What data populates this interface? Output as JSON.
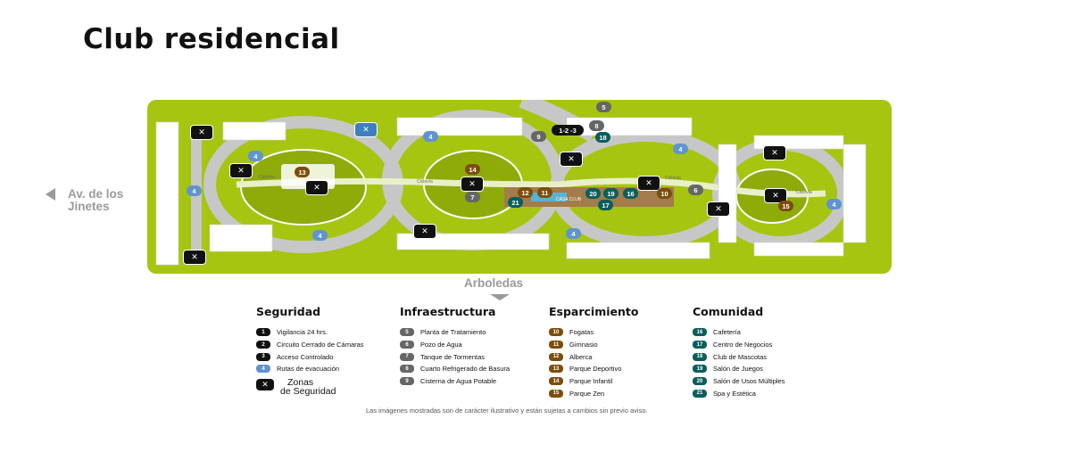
{
  "page": {
    "title": "Club residencial"
  },
  "labels": {
    "avenue": "Av. de los\nJinetes",
    "arboledas": "Arboledas",
    "casa_club": "CASA CLUB",
    "street": "Ciclovía"
  },
  "colors": {
    "map_bg": "#a6c511",
    "seguridad": "#111111",
    "evacuacion": "#5f94cf",
    "infraestructura": "#666666",
    "esparcimiento": "#7c4e0c",
    "comunidad": "#0a5e5c"
  },
  "legend": {
    "seguridad": {
      "title": "Seguridad",
      "items": [
        {
          "n": "1",
          "label": "Vigilancia 24 hrs."
        },
        {
          "n": "2",
          "label": "Circuito Cerrado de Cámaras"
        },
        {
          "n": "3",
          "label": "Acceso Controlado"
        },
        {
          "n": "4",
          "label": "Rutas de evacuación"
        }
      ],
      "zone_label_1": "Zonas",
      "zone_label_2": "de Seguridad"
    },
    "infraestructura": {
      "title": "Infraestructura",
      "items": [
        {
          "n": "5",
          "label": "Planta de Tratamiento"
        },
        {
          "n": "6",
          "label": "Pozo de Agua"
        },
        {
          "n": "7",
          "label": "Tanque de Tormentas"
        },
        {
          "n": "8",
          "label": "Cuarto Refrigerado de Basura"
        },
        {
          "n": "9",
          "label": "Cisterna de Agua Potable"
        }
      ]
    },
    "esparcimiento": {
      "title": "Esparcimiento",
      "items": [
        {
          "n": "10",
          "label": "Fogatas"
        },
        {
          "n": "11",
          "label": "Gimnasio"
        },
        {
          "n": "12",
          "label": "Alberca"
        },
        {
          "n": "13",
          "label": "Parque Deportivo"
        },
        {
          "n": "14",
          "label": "Parque Infantil"
        },
        {
          "n": "15",
          "label": "Parque Zen"
        }
      ]
    },
    "comunidad": {
      "title": "Comunidad",
      "items": [
        {
          "n": "16",
          "label": "Cafetería"
        },
        {
          "n": "17",
          "label": "Centro de Negocios"
        },
        {
          "n": "18",
          "label": "Club de Mascotas"
        },
        {
          "n": "19",
          "label": "Salón de Juegos"
        },
        {
          "n": "20",
          "label": "Salón de Usos Múltiples"
        },
        {
          "n": "21",
          "label": "Spa y Estética"
        }
      ]
    }
  },
  "map_markers": {
    "numbers": [
      "5",
      "9",
      "1-2 -3",
      "8",
      "18",
      "4",
      "4",
      "4",
      "4",
      "4",
      "4",
      "4",
      "13",
      "14",
      "7",
      "12",
      "11",
      "20",
      "19",
      "16",
      "10",
      "6",
      "21",
      "17",
      "15"
    ]
  },
  "footer": {
    "disclaimer": "Las imágenes mostradas son de carácter ilustrativo y están sujetas a cambios sin previo aviso."
  }
}
